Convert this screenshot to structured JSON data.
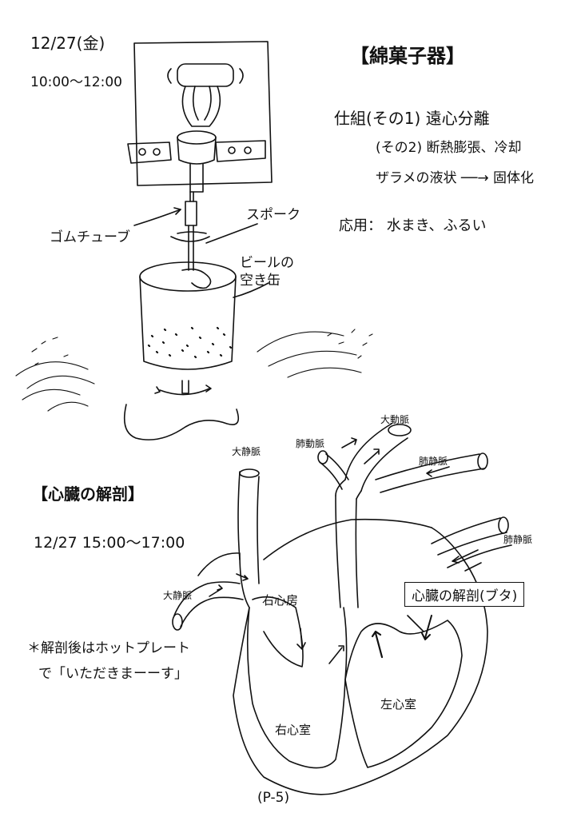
{
  "cotton_candy": {
    "date": "12/27(金)",
    "time": "10:00～12:00",
    "title": "【綿菓子器】",
    "mechanism_1": "仕組(その1) 遠心分離",
    "mechanism_2": "(その2) 断熱膨張、冷却",
    "mechanism_3": "ザラメの液状 ──→ 固体化",
    "application": "応用： 水まき、ふるい",
    "label_rubber_tube": "ゴムチューブ",
    "label_spoke": "スポーク",
    "label_can": "ビールの空き缶"
  },
  "heart": {
    "title": "【心臓の解剖】",
    "date_time": "12/27 15:00～17:00",
    "note_line1": "＊解剖後はホットプレート",
    "note_line2": "で「いただきまーーす」",
    "label_box": "心臓の解剖(ブタ)",
    "label_vena_cava_upper": "大静脈",
    "label_vena_cava_lower": "大静脈",
    "label_aorta": "大動脈",
    "label_pulmonary_artery": "肺動脈",
    "label_pulmonary_vein_1": "肺静脈",
    "label_pulmonary_vein_2": "肺静脈",
    "label_right_atrium": "右心房",
    "label_right_ventricle": "右心室",
    "label_left_ventricle": "左心室"
  },
  "footer": {
    "page": "(P-5)"
  }
}
